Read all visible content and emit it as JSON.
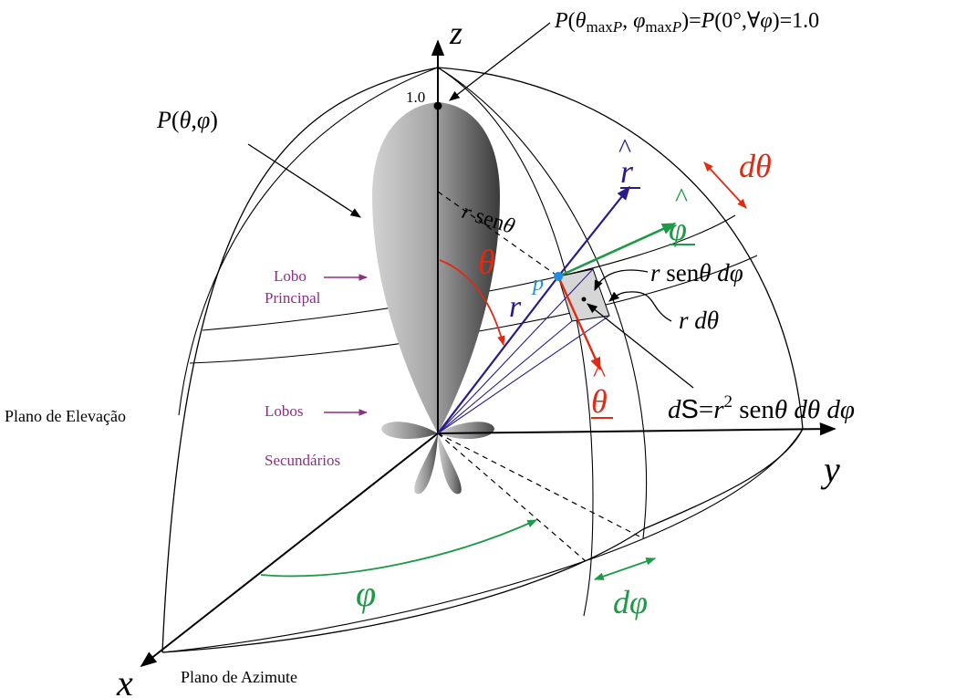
{
  "axes": {
    "z": "z",
    "y": "y",
    "x": "x"
  },
  "labels": {
    "max_eq": "P(θmaxP, φmaxP)=P(0°,∀φ)=1.0",
    "max_eq_parts": {
      "p1": "P",
      "p2": "(",
      "theta": "θ",
      "sub": "max",
      "subP": "P",
      "comma": ", ",
      "phi": "φ",
      "sub2": "max",
      "subP2": "P",
      "p3": ")=",
      "p4": "P",
      "p5": "(0°,∀",
      "phi2": "φ",
      "p6": ")=1.0"
    },
    "one": "1.0",
    "pattern": "P(θ,φ)",
    "pattern_parts": {
      "P": "P",
      "open": "(",
      "theta": "θ",
      "comma": ",",
      "phi": "φ",
      "close": ")"
    },
    "main_lobe": [
      "Lobo",
      "Principal"
    ],
    "side_lobes": [
      "Lobos",
      "Secundários"
    ],
    "elevation_plane": "Plano de Elevação",
    "azimuth_plane": "Plano de Azimute",
    "r_hat": "r",
    "hat": "^",
    "phi_hat": "φ",
    "theta_hat": "θ",
    "d_theta": "dθ",
    "d_phi": "dφ",
    "phi": "φ",
    "theta": "θ",
    "r": "r",
    "p": "p",
    "r_sen": "r senθ",
    "r_sen_parts": {
      "r": "r",
      "sen": " sen",
      "theta": "θ"
    },
    "r_sen_dphi_parts": {
      "r": "r",
      "sen": " sen",
      "theta": "θ",
      "d": " d",
      "phi": "φ"
    },
    "r_dtheta_parts": {
      "r": "r",
      "d": " d",
      "theta": "θ"
    },
    "ds_parts": {
      "d": "d",
      "S": "S",
      "eq": "=",
      "r": "r",
      "exp": "2",
      "sen": " sen",
      "theta": "θ",
      "d1": " d",
      "theta2": "θ",
      "d2": " d",
      "phi": "φ"
    }
  },
  "colors": {
    "blue": "#2a1b8a",
    "green": "#1c9a46",
    "red": "#e02a12",
    "purple": "#8b2f86",
    "point": "#1e8fe0",
    "patch": "#d6d6d6"
  }
}
